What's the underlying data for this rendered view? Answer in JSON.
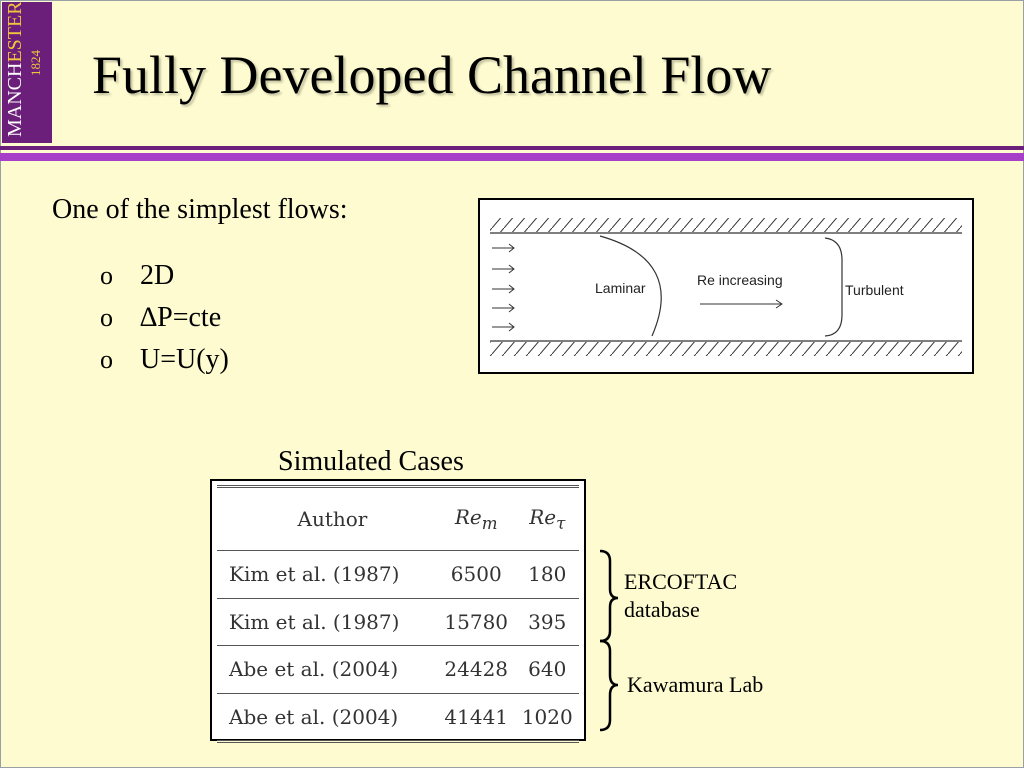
{
  "logo": {
    "text_a": "MANCH",
    "text_b": "ESTER",
    "year": "1824"
  },
  "title": "Fully Developed Channel Flow",
  "intro": "One of the simplest flows:",
  "bullet_marker": "o",
  "bullets": [
    "2D",
    "∆P=cte",
    "U=U(y)"
  ],
  "diagram": {
    "label_laminar": "Laminar",
    "label_re": "Re increasing",
    "label_turbulent": "Turbulent"
  },
  "table": {
    "caption": "Simulated Cases",
    "headers": {
      "author": "Author",
      "re_m": "Re",
      "re_m_sub": "m",
      "re_tau": "Re",
      "re_tau_sub": "τ"
    },
    "rows": [
      {
        "author": "Kim et al. (1987)",
        "re_m": "6500",
        "re_tau": "180"
      },
      {
        "author": "Kim et al. (1987)",
        "re_m": "15780",
        "re_tau": "395"
      },
      {
        "author": "Abe et al. (2004)",
        "re_m": "24428",
        "re_tau": "640"
      },
      {
        "author": "Abe et al. (2004)",
        "re_m": "41441",
        "re_tau": "1020"
      }
    ]
  },
  "annotations": {
    "ercoftac_line1": "ERCOFTAC",
    "ercoftac_line2": "database",
    "kawamura": "Kawamura Lab"
  },
  "colors": {
    "background": "#fdfbcf",
    "brand_purple": "#6b1f7a",
    "rule_purple": "#a640c8",
    "logo_gold": "#f2c43d"
  }
}
